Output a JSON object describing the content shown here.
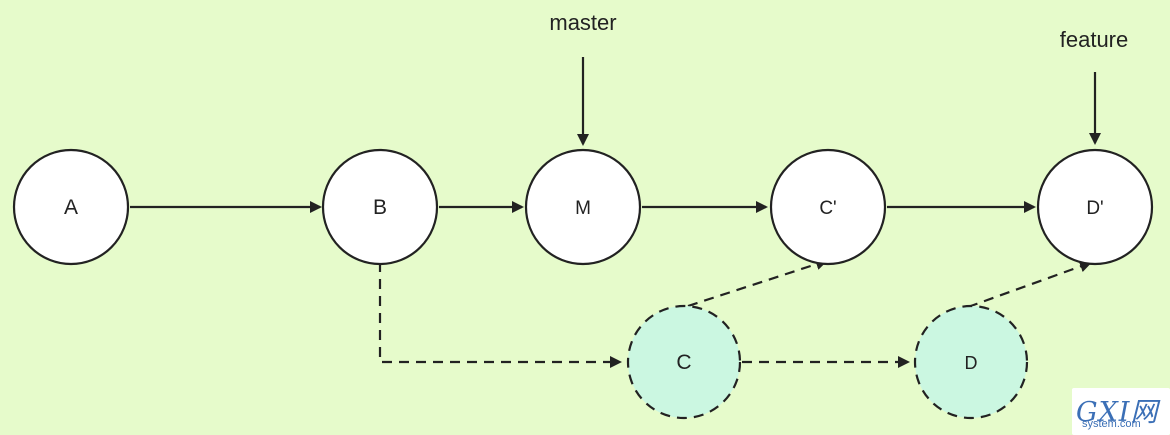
{
  "diagram": {
    "refs": {
      "master": "master",
      "feature": "feature"
    },
    "nodes": {
      "A": "A",
      "B": "B",
      "M": "M",
      "C_prime": "C'",
      "D_prime": "D'",
      "C": "C",
      "D": "D"
    },
    "colors": {
      "background": "#e6fbcb",
      "commit_fill": "#ffffff",
      "old_commit_fill": "#cbf7e1",
      "stroke": "#222222"
    }
  },
  "watermark": {
    "logo": "GXI网",
    "site": "system.com"
  }
}
